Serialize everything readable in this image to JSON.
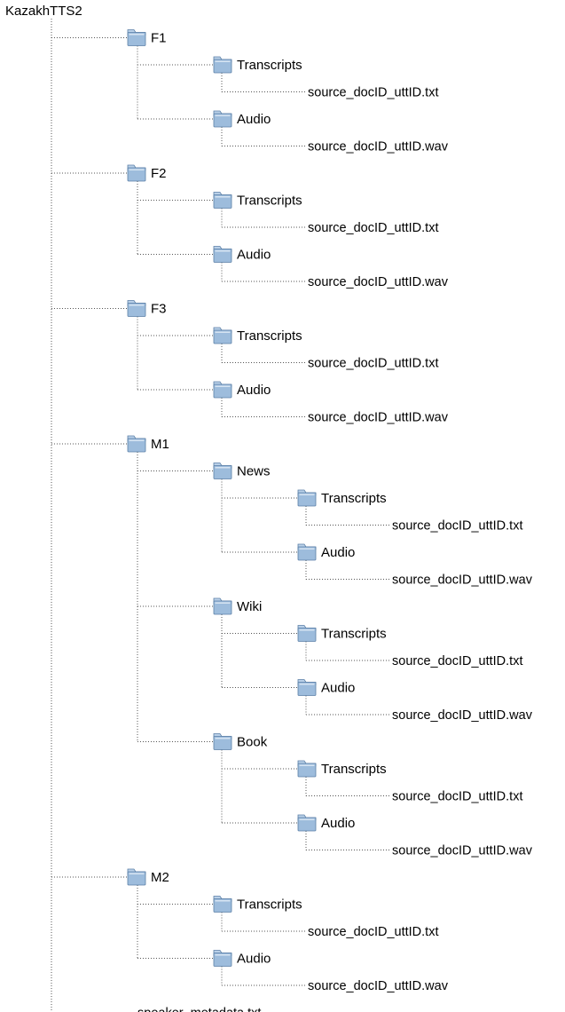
{
  "root": {
    "label": "KazakhTTS2"
  },
  "tree": [
    {
      "type": "folder",
      "label": "F1",
      "children": [
        {
          "type": "folder",
          "label": "Transcripts",
          "children": [
            {
              "type": "file",
              "label": "source_docID_uttID.txt"
            }
          ]
        },
        {
          "type": "folder",
          "label": "Audio",
          "children": [
            {
              "type": "file",
              "label": "source_docID_uttID.wav"
            }
          ]
        }
      ]
    },
    {
      "type": "folder",
      "label": "F2",
      "children": [
        {
          "type": "folder",
          "label": "Transcripts",
          "children": [
            {
              "type": "file",
              "label": "source_docID_uttID.txt"
            }
          ]
        },
        {
          "type": "folder",
          "label": "Audio",
          "children": [
            {
              "type": "file",
              "label": "source_docID_uttID.wav"
            }
          ]
        }
      ]
    },
    {
      "type": "folder",
      "label": "F3",
      "children": [
        {
          "type": "folder",
          "label": "Transcripts",
          "children": [
            {
              "type": "file",
              "label": "source_docID_uttID.txt"
            }
          ]
        },
        {
          "type": "folder",
          "label": "Audio",
          "children": [
            {
              "type": "file",
              "label": "source_docID_uttID.wav"
            }
          ]
        }
      ]
    },
    {
      "type": "folder",
      "label": "M1",
      "children": [
        {
          "type": "folder",
          "label": "News",
          "children": [
            {
              "type": "folder",
              "label": "Transcripts",
              "children": [
                {
                  "type": "file",
                  "label": "source_docID_uttID.txt"
                }
              ]
            },
            {
              "type": "folder",
              "label": "Audio",
              "children": [
                {
                  "type": "file",
                  "label": "source_docID_uttID.wav"
                }
              ]
            }
          ]
        },
        {
          "type": "folder",
          "label": "Wiki",
          "children": [
            {
              "type": "folder",
              "label": "Transcripts",
              "children": [
                {
                  "type": "file",
                  "label": "source_docID_uttID.txt"
                }
              ]
            },
            {
              "type": "folder",
              "label": "Audio",
              "children": [
                {
                  "type": "file",
                  "label": "source_docID_uttID.wav"
                }
              ]
            }
          ]
        },
        {
          "type": "folder",
          "label": "Book",
          "children": [
            {
              "type": "folder",
              "label": "Transcripts",
              "children": [
                {
                  "type": "file",
                  "label": "source_docID_uttID.txt"
                }
              ]
            },
            {
              "type": "folder",
              "label": "Audio",
              "children": [
                {
                  "type": "file",
                  "label": "source_docID_uttID.wav"
                }
              ]
            }
          ]
        }
      ]
    },
    {
      "type": "folder",
      "label": "M2",
      "children": [
        {
          "type": "folder",
          "label": "Transcripts",
          "children": [
            {
              "type": "file",
              "label": "source_docID_uttID.txt"
            }
          ]
        },
        {
          "type": "folder",
          "label": "Audio",
          "children": [
            {
              "type": "file",
              "label": "source_docID_uttID.wav"
            }
          ]
        }
      ]
    },
    {
      "type": "file",
      "label": "speaker_metadata.txt"
    }
  ],
  "icons": {
    "folder": "folder-icon"
  },
  "colors": {
    "folder_fill": "#9dbcdc",
    "folder_tab": "#b9d0e8",
    "folder_stroke": "#5b7fa6",
    "connector": "#555555"
  }
}
